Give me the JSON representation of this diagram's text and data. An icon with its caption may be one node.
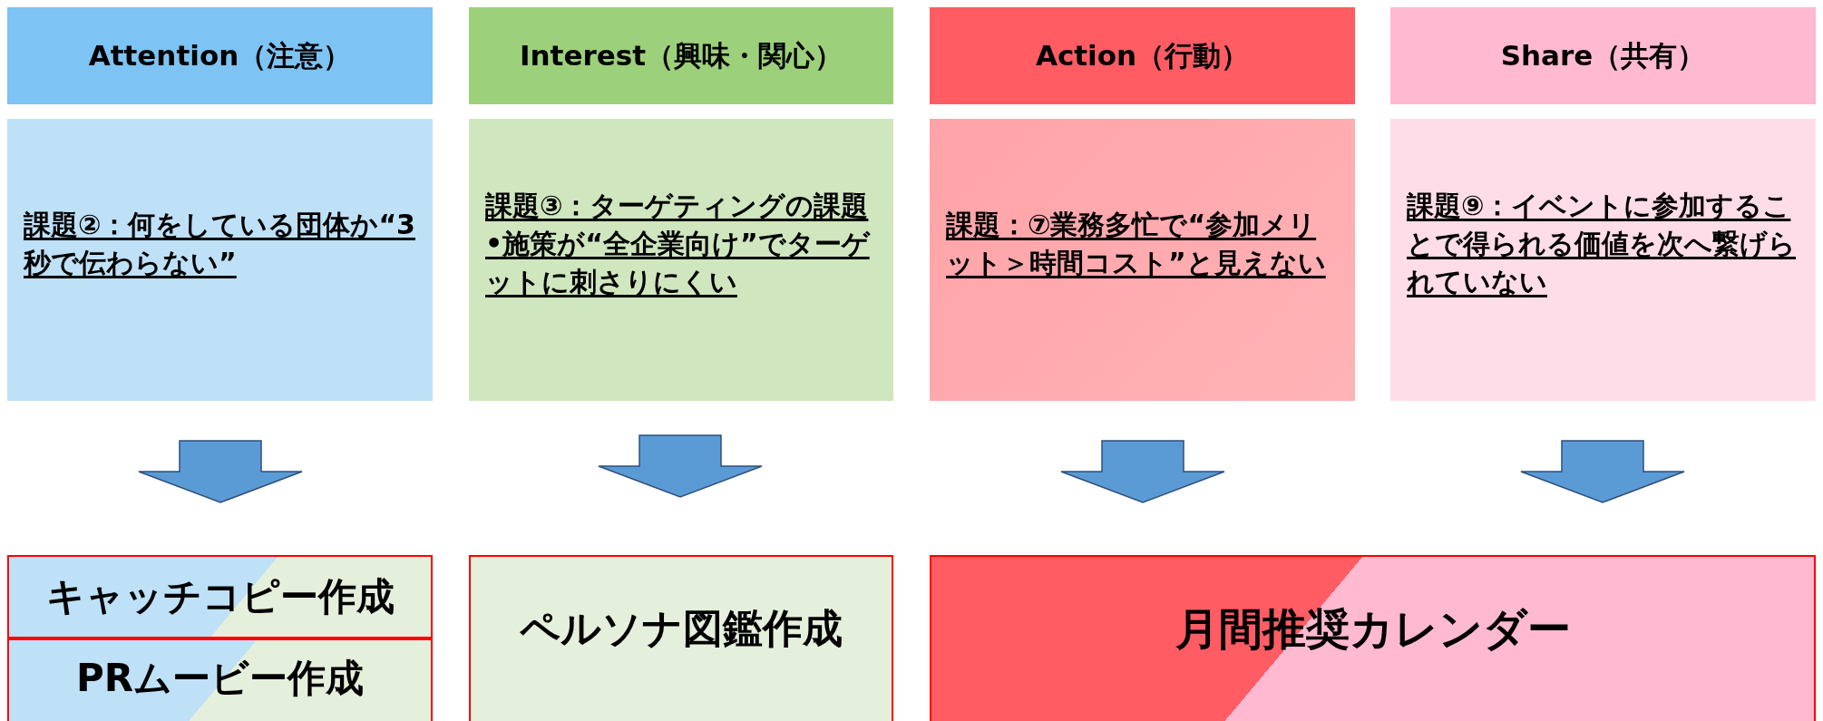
{
  "diagram": {
    "nodes": [
      {
        "text": [
          "Attention（注意）"
        ]
      },
      {
        "text": [
          "Interest（興味・関心）"
        ]
      },
      {
        "text": [
          "Action（行動）"
        ]
      },
      {
        "text": [
          "Share（共有）"
        ]
      },
      {
        "text": [
          "課題②：何をしている団体か“3秒で伝わらない”"
        ]
      },
      {
        "text": [
          "課題③：ターゲティングの課題•施策が“全企業向け”でターゲットに刺さりにくい"
        ]
      },
      {
        "text": [
          "課題：⑦業務多忙で“参加メリット＞時間コスト”と見えない"
        ]
      },
      {
        "text": [
          "課題⑨：イベントに参加することで得られる価値を次へ繋げられていない"
        ]
      },
      {
        "text": [
          "キャッチコピー作成"
        ]
      },
      {
        "text": [
          "PRムービー作成"
        ]
      },
      {
        "text": [
          "ペルソナ図鑑作成"
        ]
      },
      {
        "text": [
          "月間推奨カレンダー"
        ]
      }
    ],
    "edges": [
      {
        "from": 4,
        "to": 8,
        "arrow": "to"
      },
      {
        "from": 5,
        "to": 10,
        "arrow": "to"
      },
      {
        "from": 6,
        "to": 11,
        "arrow": "to"
      },
      {
        "from": 7,
        "to": 11,
        "arrow": "to"
      }
    ]
  }
}
